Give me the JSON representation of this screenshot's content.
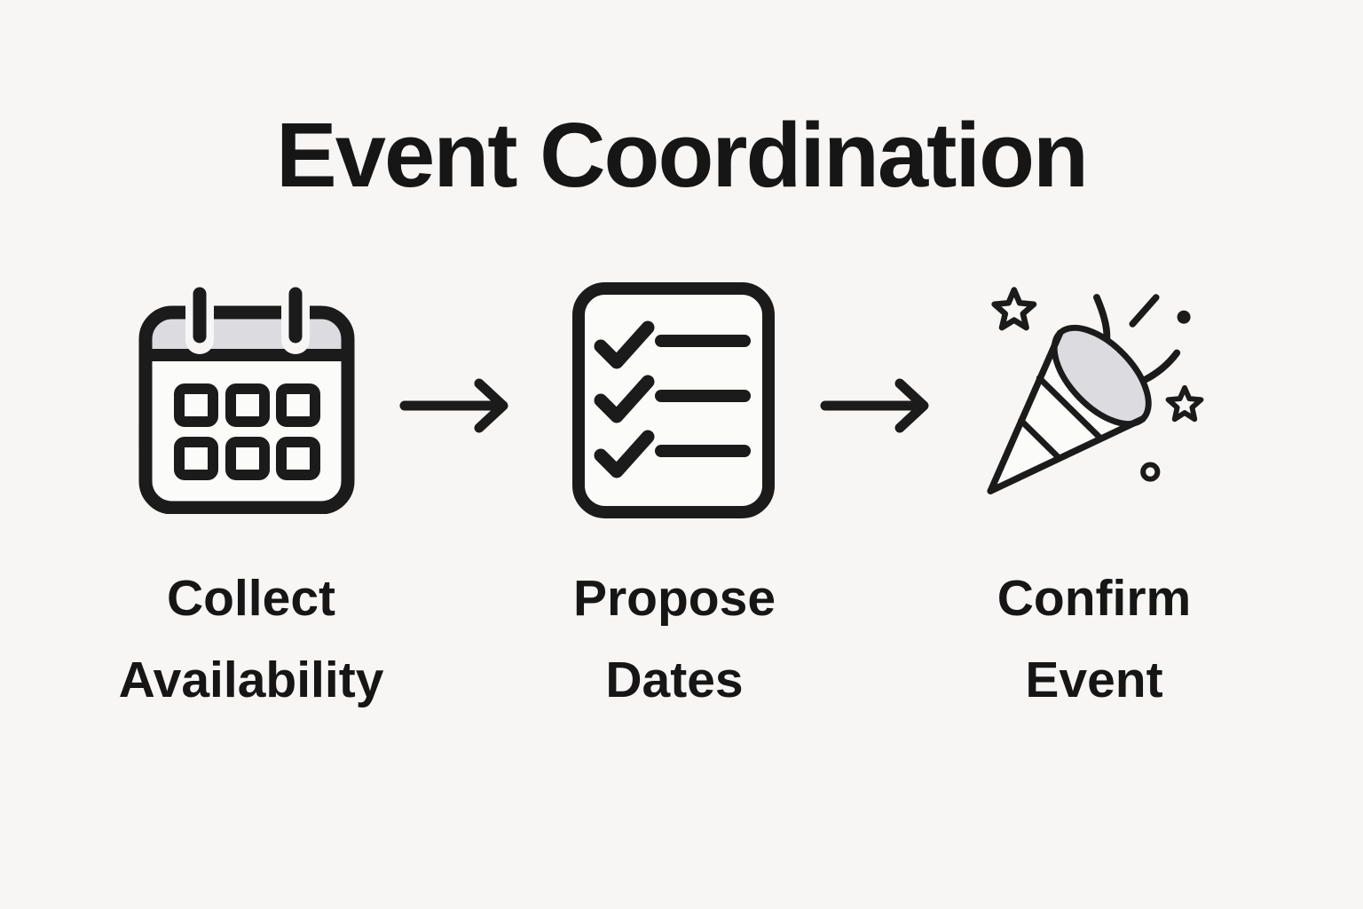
{
  "title": "Event Coordination",
  "steps": [
    {
      "icon": "calendar-icon",
      "label_line1": "Collect",
      "label_line2": "Availability"
    },
    {
      "icon": "checklist-icon",
      "label_line1": "Propose",
      "label_line2": "Dates"
    },
    {
      "icon": "party-popper-icon",
      "label_line1": "Confirm",
      "label_line2": "Event"
    }
  ],
  "arrows": [
    {
      "name": "arrow-right-1",
      "direction": "right"
    },
    {
      "name": "arrow-right-2",
      "direction": "right"
    }
  ],
  "colors": {
    "background": "#f7f6f4",
    "ink": "#161616",
    "icon_stroke": "#1b1b1b",
    "header_gray": "#dcdce0",
    "surface": "#fbfbfa"
  }
}
